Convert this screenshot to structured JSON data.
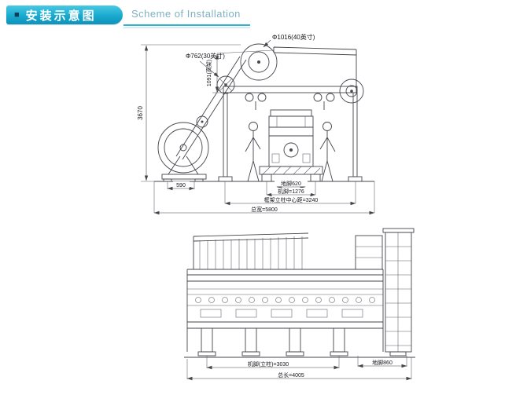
{
  "header": {
    "bullet": "■",
    "title_cn": "安装示意图",
    "title_en": "Scheme of Installation"
  },
  "front_view": {
    "labels": {
      "dia_top_roll": "Φ1016(40英寸)",
      "dia_side_roll": "Φ762(30英寸)",
      "frame_height": "1091(高架)",
      "total_height": "3670",
      "stand_width": "590",
      "anchor_foot": "地脚620",
      "machine_foot": "机脚=1276",
      "column_center": "框架立柱中心距=3240",
      "total_width": "总宽=5800"
    }
  },
  "side_view": {
    "labels": {
      "machine_foot_column": "机脚(立柱)=3030",
      "anchor_foot": "地脚860",
      "total_length": "总长=4005"
    }
  },
  "colors": {
    "accent": "#22afd3",
    "accent_dark": "#0d93ba",
    "bullet": "#0e3e57",
    "subtitle_text": "#7db2c3",
    "line": "#45454c"
  }
}
